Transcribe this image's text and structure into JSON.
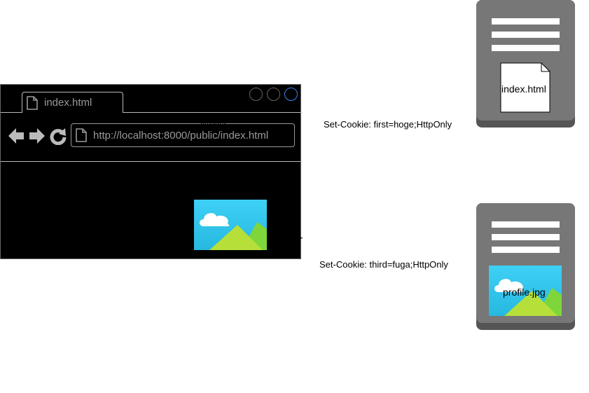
{
  "browser": {
    "tab_label": "index.html",
    "url": "http://localhost:8000/public/index.html",
    "image_label": "<image>"
  },
  "cookies": {
    "first": "Set-Cookie: first=hoge;HttpOnly",
    "third": "Set-Cookie: third=fuga;HttpOnly"
  },
  "servers": {
    "first_file": "index.html",
    "third_file": "profile.jpg"
  },
  "colors": {
    "server_body": "#777777",
    "server_base": "#555555",
    "sky_top": "#3ed0f5",
    "sky_bottom": "#27b8e0",
    "hill_light": "#b6e039",
    "hill_dark": "#7fd63b"
  }
}
